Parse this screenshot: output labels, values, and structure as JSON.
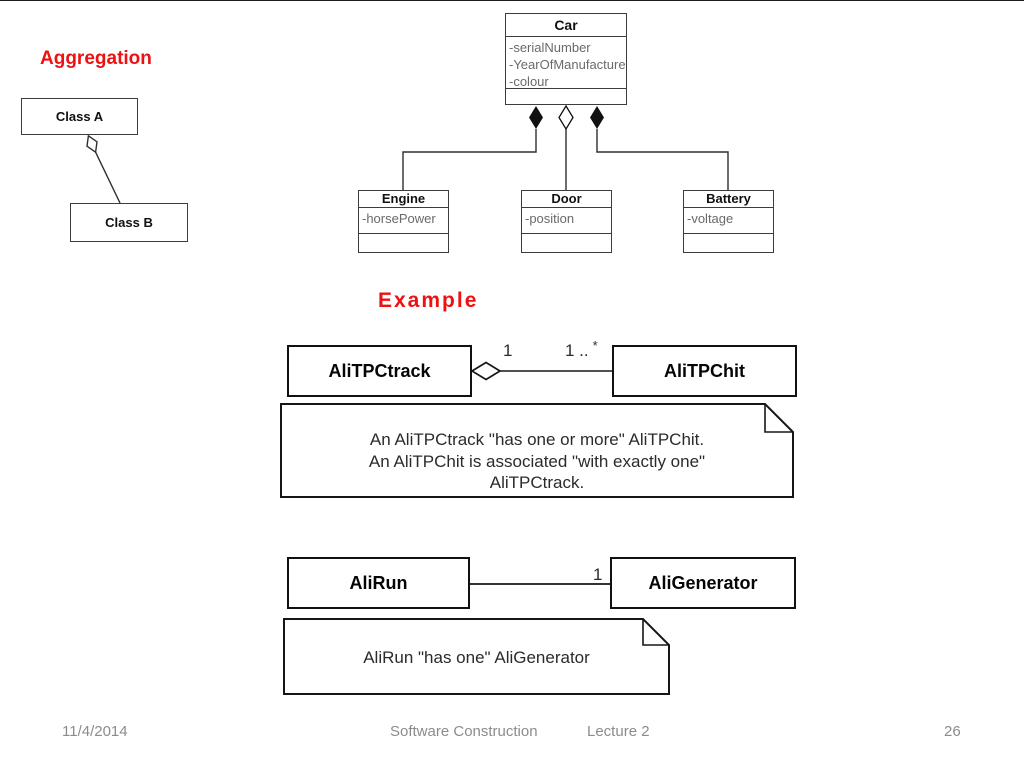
{
  "slide": {
    "title": "Aggregation",
    "example_heading": "Example"
  },
  "aggregation_demo": {
    "class_a": "Class A",
    "class_b": "Class B",
    "relationship": "aggregation (hollow diamond at Class A)"
  },
  "car_diagram": {
    "car": {
      "name": "Car",
      "attributes": [
        "-serialNumber",
        "-YearOfManufacture",
        "-colour"
      ]
    },
    "engine": {
      "name": "Engine",
      "attributes": [
        "-horsePower"
      ]
    },
    "door": {
      "name": "Door",
      "attributes": [
        "-position"
      ]
    },
    "battery": {
      "name": "Battery",
      "attributes": [
        "-voltage"
      ]
    }
  },
  "alitpc_example": {
    "left_class": "AliTPCtrack",
    "right_class": "AliTPChit",
    "left_multiplicity": "1",
    "right_multiplicity_base": "1 ..",
    "right_multiplicity_star": "*",
    "note_lines": [
      "An AliTPCtrack \"has one or more\" AliTPChit.",
      "An AliTPChit is associated \"with exactly one\"",
      "AliTPCtrack."
    ]
  },
  "alirun_example": {
    "left_class": "AliRun",
    "right_class": "AliGenerator",
    "multiplicity": "1",
    "note": "AliRun \"has one\" AliGenerator"
  },
  "footer": {
    "date": "11/4/2014",
    "course": "Software Construction",
    "lecture": "Lecture 2",
    "page": "26"
  },
  "colors": {
    "accent_red": "#ee1111",
    "line_dark": "#2e2e2e",
    "attribute_gray": "#6a6a6a",
    "footer_gray": "#8c8c8c"
  }
}
